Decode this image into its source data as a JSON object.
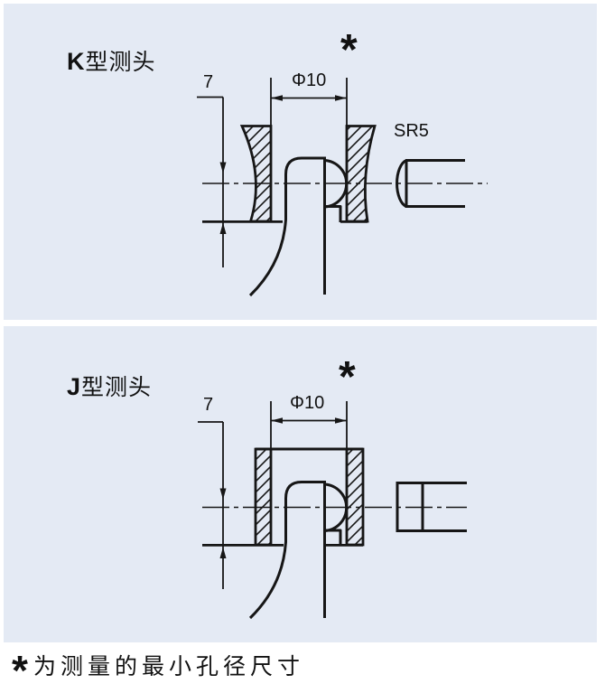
{
  "colors": {
    "panel_background": "#e4eaf4",
    "line": "#161616",
    "page_background": "#ffffff"
  },
  "panels": [
    {
      "id": "k",
      "label_prefix": "K",
      "label_suffix": "型测头",
      "offset_dim": "7",
      "diameter_dim": "Φ10",
      "min_bore_marker": "*",
      "tip_radius_label": "SR5"
    },
    {
      "id": "j",
      "label_prefix": "J",
      "label_suffix": "型测头",
      "offset_dim": "7",
      "diameter_dim": "Φ10",
      "min_bore_marker": "*"
    }
  ],
  "footnote": {
    "marker": "*",
    "text": "为测量的最小孔径尺寸"
  }
}
